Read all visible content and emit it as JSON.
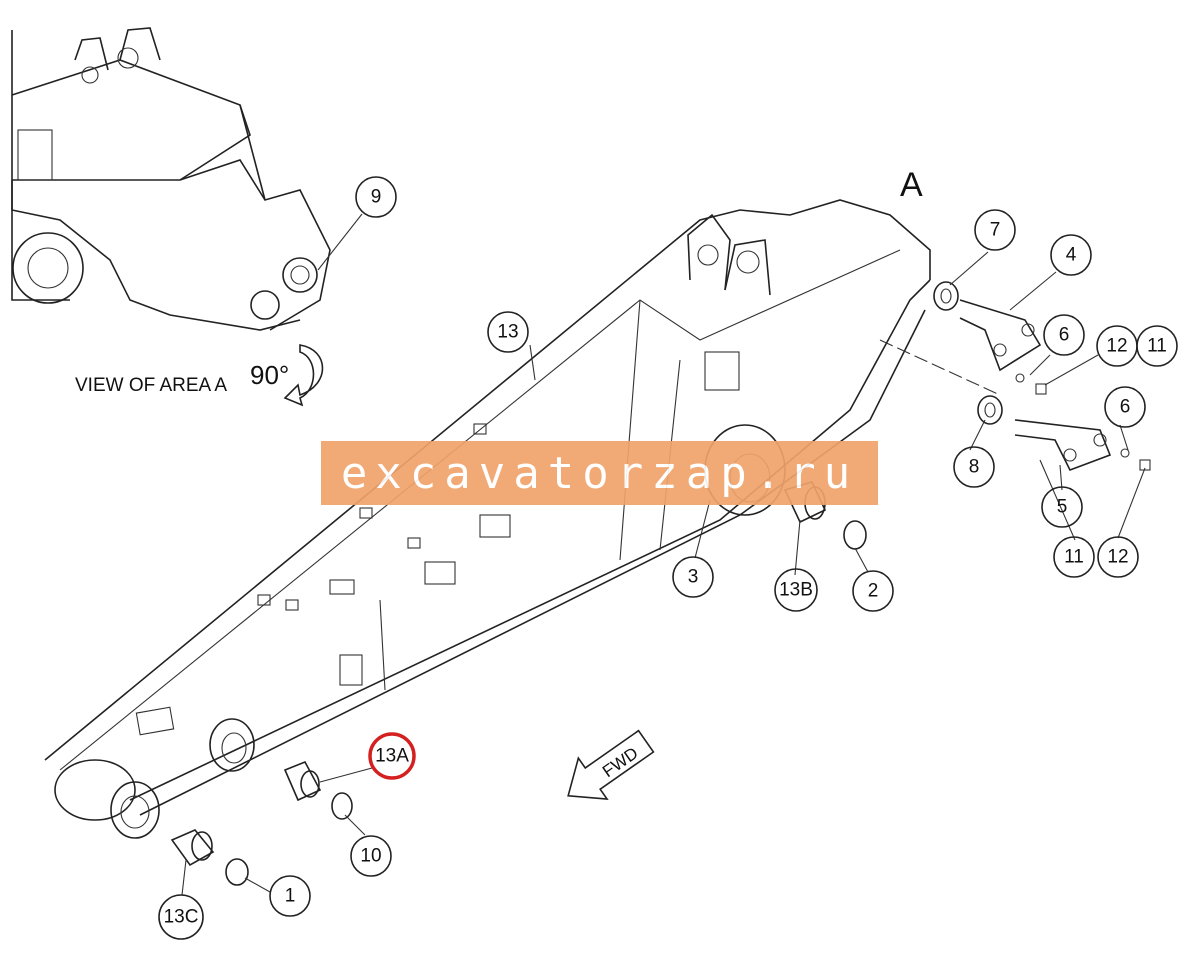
{
  "view_caption": "VIEW OF AREA A",
  "rotation_label": "90°",
  "area_label": "A",
  "direction_label": "FWD",
  "watermark": "excavatorzap.ru",
  "highlight_color": "#d42020",
  "callouts": {
    "c1": "1",
    "c2": "2",
    "c3": "3",
    "c4": "4",
    "c5": "5",
    "c6a": "6",
    "c6b": "6",
    "c7": "7",
    "c8": "8",
    "c9": "9",
    "c10": "10",
    "c11a": "11",
    "c11b": "11",
    "c12a": "12",
    "c12b": "12",
    "c13": "13",
    "c13a": "13A",
    "c13b": "13B",
    "c13c": "13C"
  }
}
